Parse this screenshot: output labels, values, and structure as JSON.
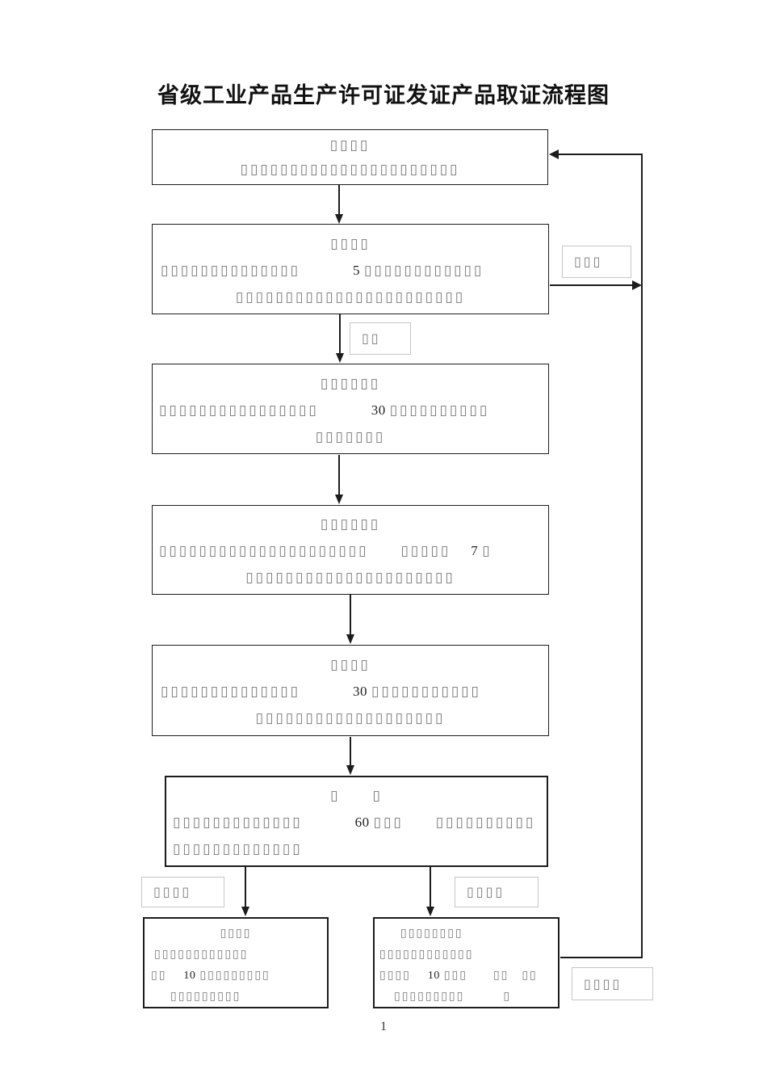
{
  "page": {
    "title": "省级工业产品生产许可证发证产品取证流程图",
    "page_number": "1"
  },
  "colors": {
    "line": "#1c1c1c",
    "tofu_text": "#777777",
    "number_text": "#222222",
    "label_border": "#c6c6c6"
  },
  "boxes": {
    "step1": {
      "l1": "▯▯▯▯",
      "l2": "▯▯▯▯▯▯▯▯▯▯▯▯▯▯▯▯▯▯▯▯▯▯"
    },
    "step2": {
      "l1": "▯▯▯▯",
      "l2a": "▯▯▯▯▯▯▯▯▯▯▯▯▯▯　　　",
      "l2n": "5",
      "l2b": "▯▯▯▯▯▯▯▯▯▯▯▯",
      "l3": "▯▯▯▯▯▯▯▯▯▯▯▯▯▯▯▯▯▯▯▯▯▯▯"
    },
    "step3": {
      "l1": "▯▯▯▯▯▯",
      "l2a": "▯▯▯▯▯▯▯▯▯▯▯▯▯▯▯▯　　　",
      "l2n": "30",
      "l2b": "▯▯▯▯▯▯▯▯▯▯",
      "l3": "▯▯▯▯▯▯▯"
    },
    "step4": {
      "l1": "▯▯▯▯▯▯",
      "l2a": "▯▯▯▯▯▯▯▯▯▯▯▯▯▯▯▯▯▯▯▯▯　　▯▯▯▯▯　",
      "l2n": "7",
      "l2b": "▯",
      "l3": "▯▯▯▯▯▯▯▯▯▯▯▯▯▯▯▯▯▯▯▯▯"
    },
    "step5": {
      "l1": "▯▯▯▯",
      "l2a": "▯▯▯▯▯▯▯▯▯▯▯▯▯▯　　　",
      "l2n": "30",
      "l2b": "▯▯▯▯▯▯▯▯▯▯▯",
      "l3": "▯▯▯▯▯▯▯▯▯▯▯▯▯▯▯▯▯▯▯"
    },
    "step6": {
      "l1": "▯　　▯",
      "l2a": "▯▯▯▯▯▯▯▯▯▯▯▯▯　　　",
      "l2n": "60",
      "l2b": "▯▯▯　　▯▯▯▯▯▯▯▯▯▯",
      "l3": "▯▯▯▯▯▯▯▯▯▯▯▯▯"
    },
    "result_left": {
      "l1": "▯▯▯▯",
      "l2": "▯▯▯▯▯▯▯▯▯▯▯▯",
      "l3a": "▯▯　",
      "l3n": "10",
      "l3b": "▯▯▯▯▯▯▯▯▯",
      "l4": "▯▯▯▯▯▯▯▯▯"
    },
    "result_right": {
      "l1": "▯▯▯▯▯▯▯▯",
      "l2": "▯▯▯▯▯▯▯▯▯▯▯▯",
      "l3a": "▯▯▯▯　",
      "l3n": "10",
      "l3b": "▯▯▯　　▯▯　▯▯",
      "l4": "▯▯▯▯▯▯▯▯▯　　　▯"
    }
  },
  "labels": {
    "branch_reject": "▯▯▯",
    "branch_accept": "▯▯",
    "branch_fail": "▯▯▯▯",
    "branch_pass": "▯▯▯▯",
    "corner_note": "▯▯▯▯"
  }
}
